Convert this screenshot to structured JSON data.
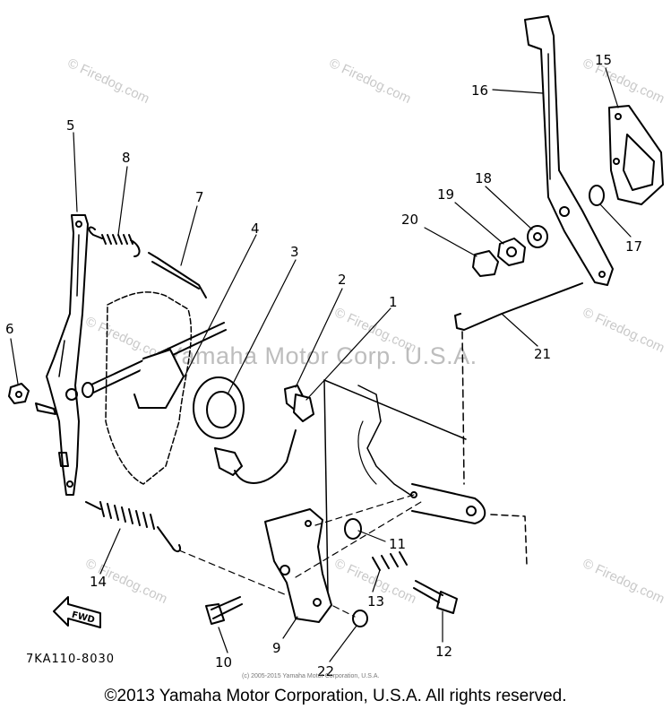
{
  "watermark": {
    "site": "© Firedog.com",
    "brand": "Yamaha Motor Corp. U.S.A."
  },
  "callouts": [
    "1",
    "2",
    "3",
    "4",
    "5",
    "6",
    "7",
    "8",
    "9",
    "10",
    "11",
    "12",
    "13",
    "14",
    "15",
    "16",
    "17",
    "18",
    "19",
    "20",
    "21",
    "22"
  ],
  "drawing_code": "7KA110-8030",
  "fwd_label": "FWD",
  "small_copyright": "(c) 2005-2015 Yamaha Motor Corporation, U.S.A.",
  "footer": "©2013 Yamaha Motor Corporation, U.S.A. All rights reserved."
}
